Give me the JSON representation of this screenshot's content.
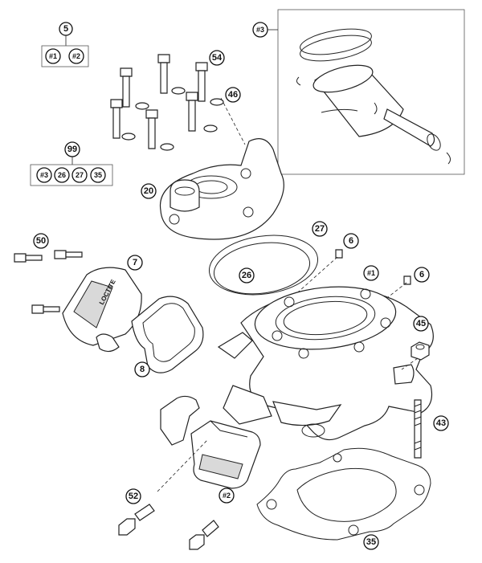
{
  "callouts": {
    "c5": "5",
    "c1a": "#1",
    "c2a": "#2",
    "c99": "99",
    "c3a": "#3",
    "c26a": "26",
    "c27a": "27",
    "c35a": "35",
    "c3inset": "#3",
    "c54": "54",
    "c46": "46",
    "c20": "20",
    "c50": "50",
    "c7": "7",
    "c8": "8",
    "c27": "27",
    "c6a": "6",
    "c26": "26",
    "c1": "#1",
    "c6b": "6",
    "c45": "45",
    "c43": "43",
    "c2": "#2",
    "c52": "52",
    "c35": "35"
  },
  "decal_text": "LOCTITE"
}
